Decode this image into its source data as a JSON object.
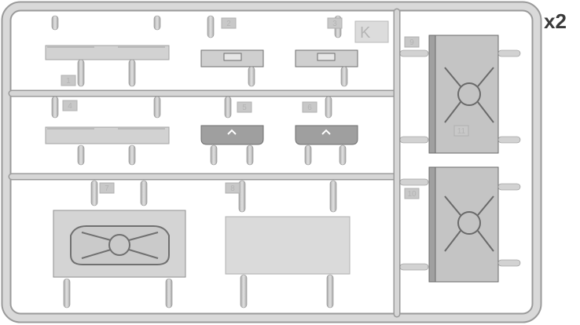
{
  "sprue": {
    "letter": "K",
    "multiplier": "x2",
    "part_numbers": [
      "1",
      "2",
      "3",
      "4",
      "5",
      "6",
      "7",
      "8",
      "9",
      "10",
      "11"
    ]
  },
  "colors": {
    "background": "#ffffff",
    "plastic": "#cfcfcf",
    "plastic_light": "#dcdcdc",
    "plastic_dark": "#9d9d9d",
    "outline": "#8c8c8c",
    "multiplier_text": "#3a3a3a"
  }
}
